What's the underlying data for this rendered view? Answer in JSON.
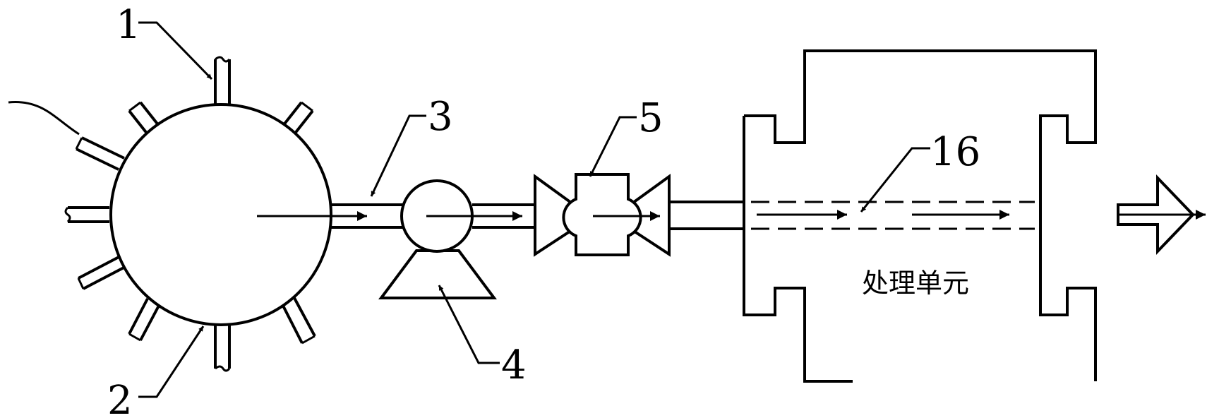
{
  "labels": {
    "l1": "1",
    "l2": "2",
    "l3": "3",
    "l4": "4",
    "l5": "5",
    "l16": "16"
  },
  "unit_label": "处理单元"
}
